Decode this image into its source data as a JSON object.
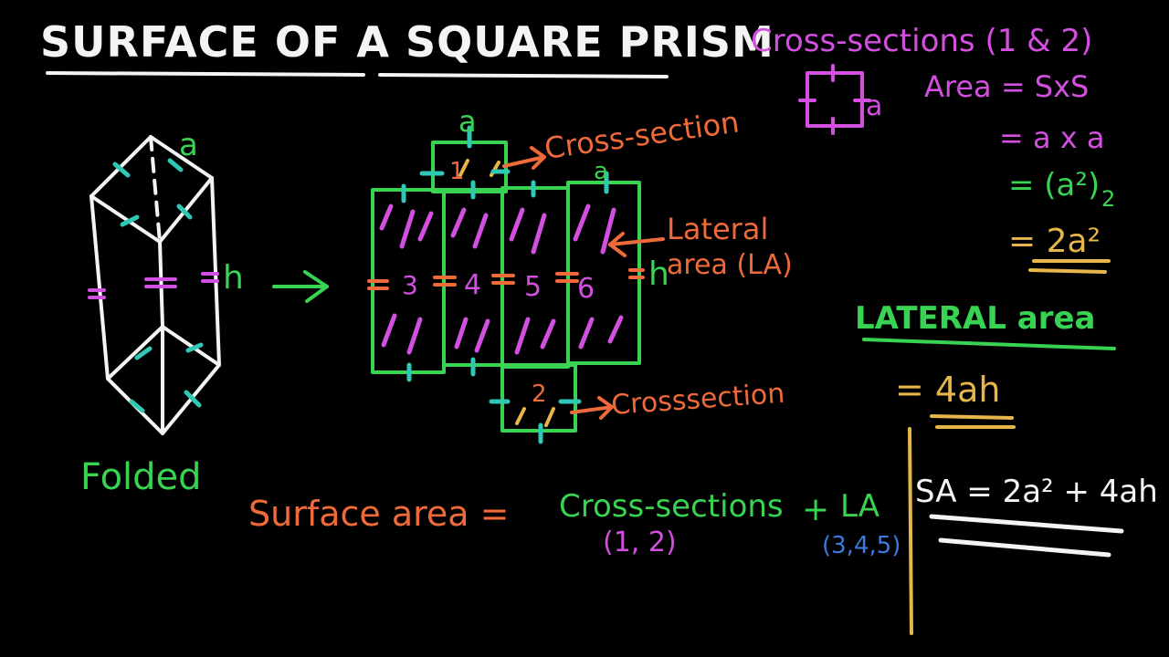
{
  "title": "SURFACE OF A SQUARE PRISM",
  "colors": {
    "background": "#000000",
    "white": "#f4f4f4",
    "green": "#39d353",
    "magenta": "#d24fe0",
    "orange": "#ef6a3a",
    "teal": "#2fc7b5",
    "gold": "#e7b64a",
    "blue": "#3c7be0"
  },
  "prism": {
    "label_a": "a",
    "label_h": "h",
    "caption": "Folded"
  },
  "net": {
    "label_a_top": "a",
    "label_a_right": "a",
    "label_h": "h",
    "face_numbers": [
      "1",
      "2",
      "3",
      "4",
      "5",
      "6"
    ],
    "annotation_cross_section_top": "Cross-section",
    "annotation_lateral_line1": "Lateral",
    "annotation_lateral_line2": "area (LA)",
    "annotation_cross_section_bottom": "Crosssection"
  },
  "cross_sections_panel": {
    "heading": "Cross-sections (1 & 2)",
    "square_label": "a",
    "line1": "Area = SxS",
    "line2": "= a x a",
    "line3_main": "= (a²)",
    "line3_sub": "2",
    "line4": "= 2a²"
  },
  "lateral_panel": {
    "heading": "LATERAL area",
    "formula": "= 4ah"
  },
  "surface_formula": {
    "lhs": "Surface area =",
    "term1": "Cross-sections",
    "plus": "+",
    "term2": "LA",
    "term1_sub": "(1, 2)",
    "term2_sub": "(3,4,5)"
  },
  "sa_result": "SA = 2a² + 4ah"
}
